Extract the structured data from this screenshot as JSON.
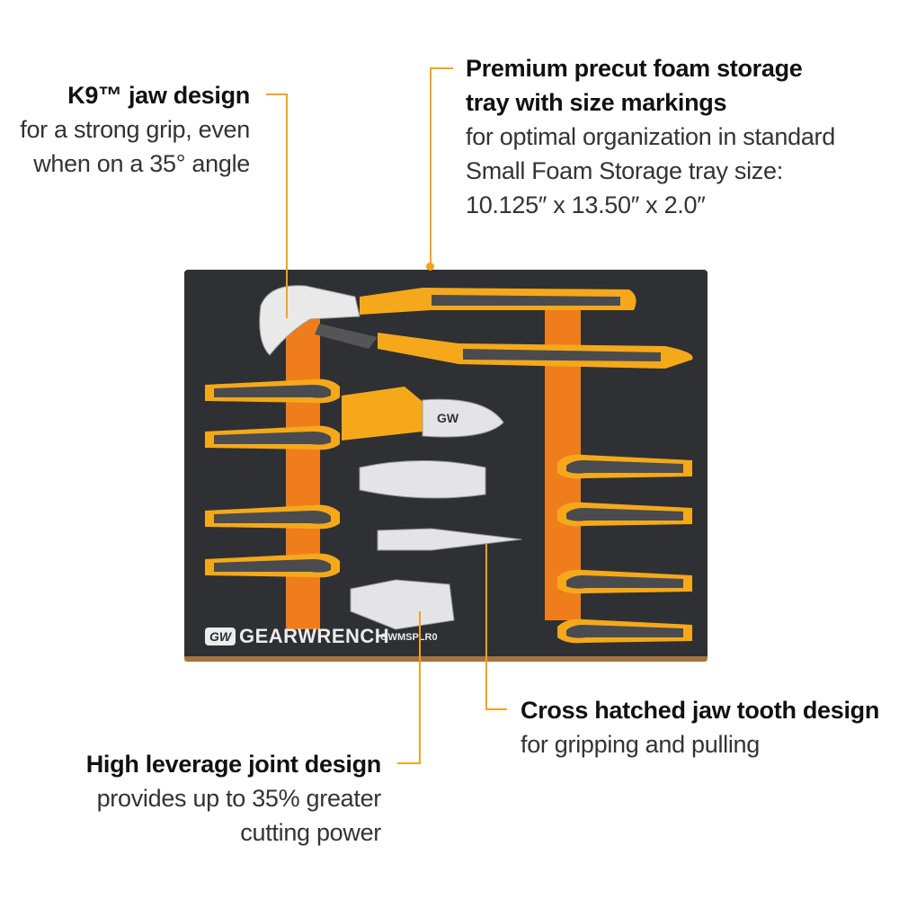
{
  "callouts": {
    "jaw": {
      "title": "K9™ jaw design",
      "lines": [
        "for a strong grip, even",
        "when on a 35° angle"
      ]
    },
    "tray": {
      "title_lines": [
        "Premium precut foam storage",
        "tray with size markings"
      ],
      "lines": [
        "for optimal organization in standard",
        "Small Foam Storage tray size:",
        "10.125″ x 13.50″ x 2.0″"
      ]
    },
    "teeth": {
      "title": "Cross hatched jaw tooth design",
      "lines": [
        "for gripping and pulling"
      ]
    },
    "joint": {
      "title": "High leverage joint design",
      "lines": [
        "provides up to 35% greater",
        "cutting power"
      ]
    }
  },
  "tray": {
    "logo_mark": "GW",
    "brand": "GEARWRENCH",
    "part_number": "GWMSPLR0"
  },
  "colors": {
    "accent": "#f2a31b",
    "tray": "#2f3033",
    "foam_orange": "#f07d1c",
    "grip_yellow": "#f5a91a",
    "grip_gray": "#4a4b4f"
  }
}
